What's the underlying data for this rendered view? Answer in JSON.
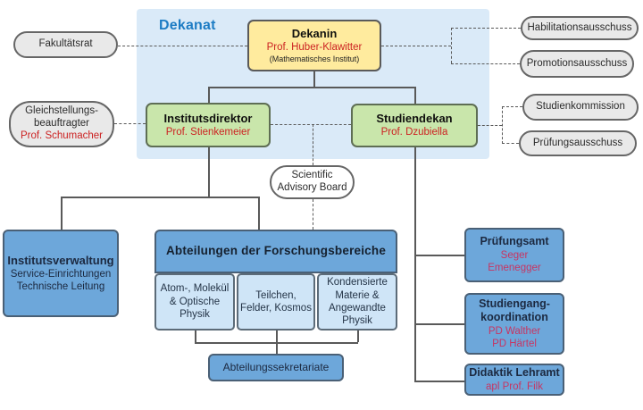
{
  "colors": {
    "accent_blue": "#1d7cc4",
    "panel_bg": "#daeaf8",
    "node_yellow": "#ffeb9e",
    "node_green": "#c9e6ab",
    "node_blue": "#6da7da",
    "node_lightblue": "#cfe5f7",
    "ellipse_gray": "#e9e9e9",
    "person_red": "#cc2222",
    "person_crimson": "#c73562",
    "text_navy": "#1c2940",
    "connector_gray": "#595959"
  },
  "panel": {
    "title": "Dekanat"
  },
  "nodes": {
    "dekanin": {
      "title": "Dekanin",
      "person": "Prof. Huber-Klawitter",
      "note": "(Mathematisches Institut)"
    },
    "institutsdirektor": {
      "title": "Institutsdirektor",
      "person": "Prof. Stienkemeier"
    },
    "studiendekan": {
      "title": "Studiendekan",
      "person": "Prof. Dzubiella"
    },
    "institutsverwaltung": {
      "title": "Institutsverwaltung",
      "line1": "Service-Einrichtungen",
      "line2": "Technische Leitung"
    },
    "abteilungen": {
      "title": "Abteilungen der Forschungsbereiche"
    },
    "bereich1": {
      "line1": "Atom-, Molekül",
      "line2": "& Optische",
      "line3": "Physik"
    },
    "bereich2": {
      "line1": "Teilchen,",
      "line2": "Felder, Kosmos"
    },
    "bereich3": {
      "line1": "Kondensierte",
      "line2": "Materie &",
      "line3": "Angewandte",
      "line4": "Physik"
    },
    "abteilungssekretariate": {
      "title": "Abteilungssekretariate"
    },
    "pruefungsamt": {
      "title": "Prüfungsamt",
      "person1": "Seger",
      "person2": "Emenegger"
    },
    "studiengangkoordination": {
      "title1": "Studiengang-",
      "title2": "koordination",
      "person1": "PD Walther",
      "person2": "PD Härtel"
    },
    "didaktik": {
      "title": "Didaktik Lehramt",
      "person": "apl Prof. Filk"
    }
  },
  "ellipses": {
    "fakultaetsrat": {
      "label": "Fakultätsrat"
    },
    "gleichstellung": {
      "line1": "Gleichstellungs-",
      "line2": "beauftragter",
      "person": "Prof. Schumacher"
    },
    "habilitationsausschuss": {
      "label": "Habilitationsausschuss"
    },
    "promotionsausschuss": {
      "label": "Promotionsausschuss"
    },
    "studienkommission": {
      "label": "Studienkommission"
    },
    "pruefungsausschuss": {
      "label": "Prüfungsausschuss"
    },
    "advisory_board": {
      "line1": "Scientific",
      "line2": "Advisory Board"
    }
  }
}
